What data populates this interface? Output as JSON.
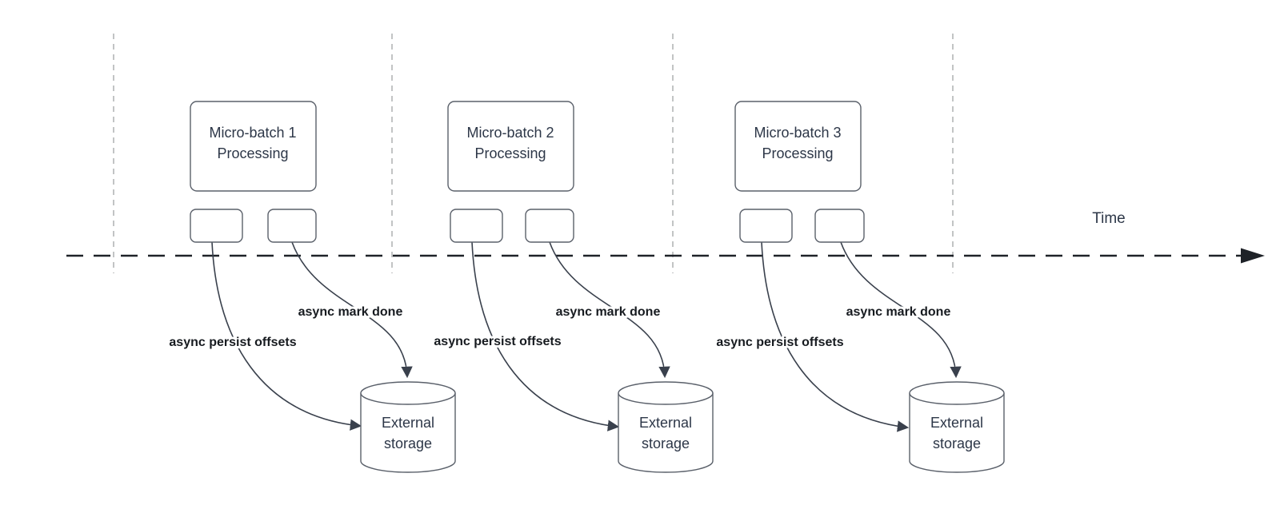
{
  "diagram": {
    "timeline": {
      "label": "Time"
    },
    "groups": [
      {
        "title_line1": "Micro-batch 1",
        "title_line2": "Processing",
        "persist_label": "async persist offsets",
        "done_label": "async mark done",
        "storage": {
          "line1": "External",
          "line2": "storage"
        }
      },
      {
        "title_line1": "Micro-batch 2",
        "title_line2": "Processing",
        "persist_label": "async persist offsets",
        "done_label": "async mark done",
        "storage": {
          "line1": "External",
          "line2": "storage"
        }
      },
      {
        "title_line1": "Micro-batch 3",
        "title_line2": "Processing",
        "persist_label": "async persist offsets",
        "done_label": "async mark done",
        "storage": {
          "line1": "External",
          "line2": "storage"
        }
      }
    ],
    "colors": {
      "background": "#ffffff",
      "shape_stroke": "#5a606a",
      "text": "#2d3748",
      "label_text": "#171b20",
      "timeline": "#1e2228",
      "guide_line": "#a8aaac",
      "arrow": "#39404c"
    }
  }
}
